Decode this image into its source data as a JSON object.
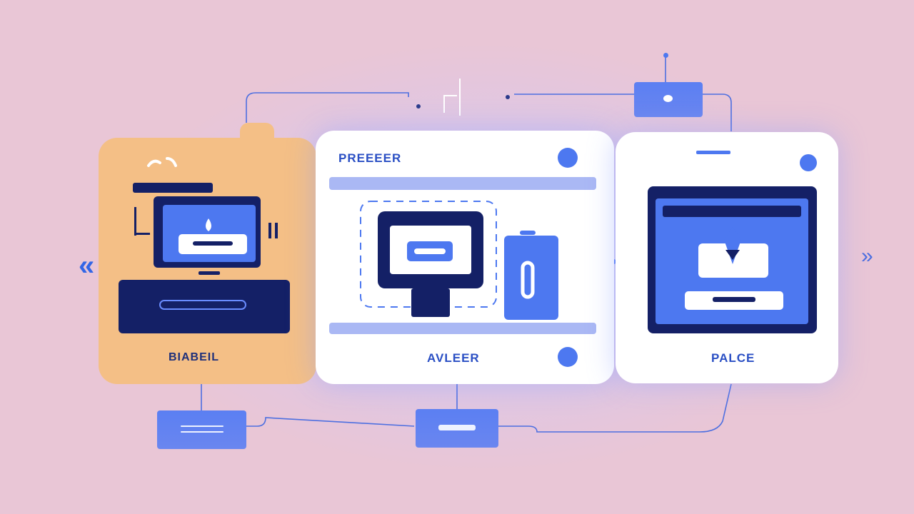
{
  "labels": {
    "left_panel": "BIABEIL",
    "middle_panel_top": "PREEEER",
    "middle_panel_bottom": "AVLEER",
    "right_panel": "PALCE"
  },
  "glyphs": {
    "left_chevron": "«",
    "right_chevron": "»"
  },
  "colors": {
    "background": "#e9c6d6",
    "left_panel": "#f4bf86",
    "card": "#ffffff",
    "navy": "#142066",
    "accent_blue": "#4d78f0",
    "light_blue_bar": "#aab8f4"
  }
}
